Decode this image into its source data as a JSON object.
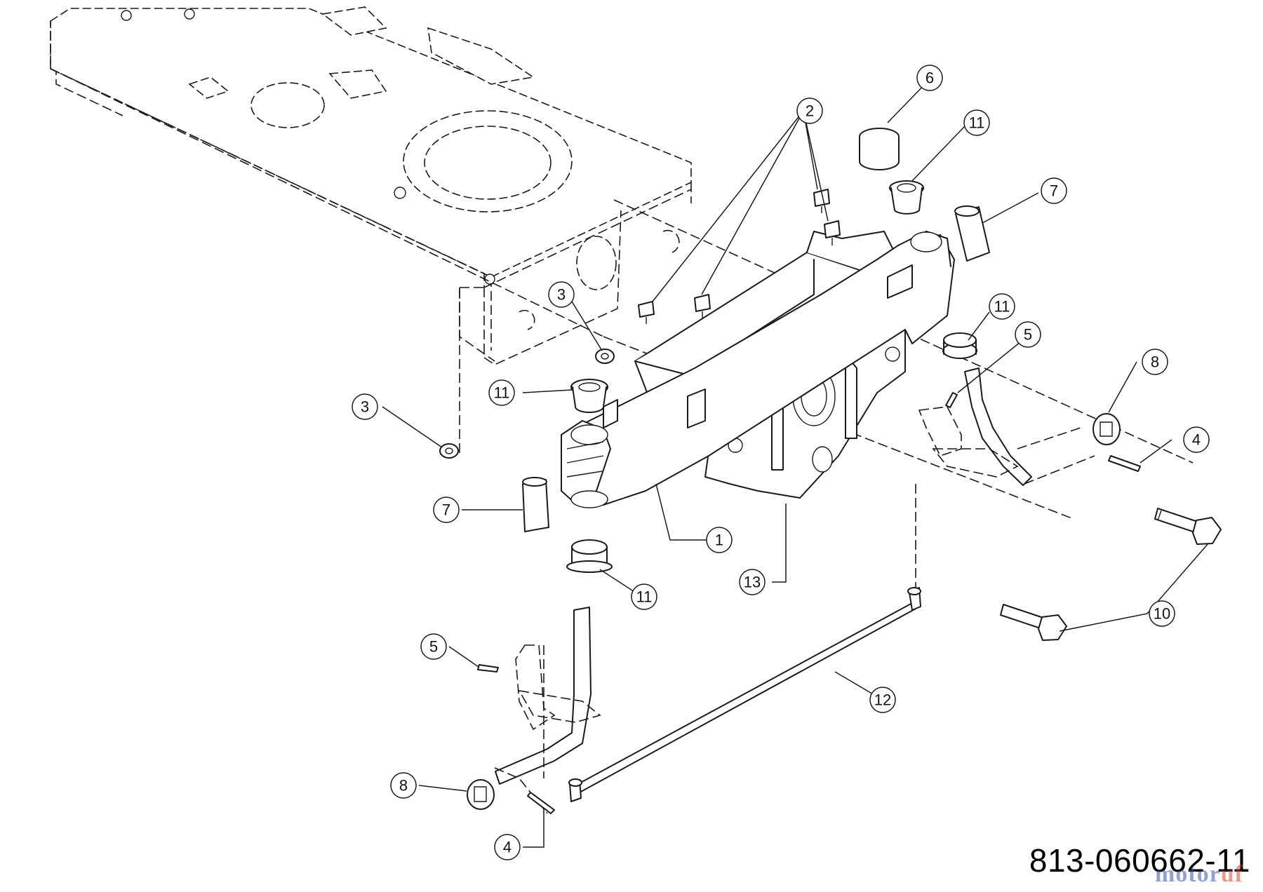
{
  "diagram": {
    "part_number": "813-060662-11",
    "watermark": {
      "part_a": "motor",
      "part_b": "uf"
    },
    "callouts": [
      "1",
      "2",
      "3",
      "3",
      "4",
      "4",
      "5",
      "5",
      "6",
      "7",
      "7",
      "8",
      "8",
      "10",
      "11",
      "11",
      "11",
      "11",
      "12",
      "13"
    ],
    "colors": {
      "line": "#1a1a1a",
      "background": "#ffffff",
      "watermark_blue": "#3a55a8",
      "watermark_red": "#d24a3a"
    }
  }
}
